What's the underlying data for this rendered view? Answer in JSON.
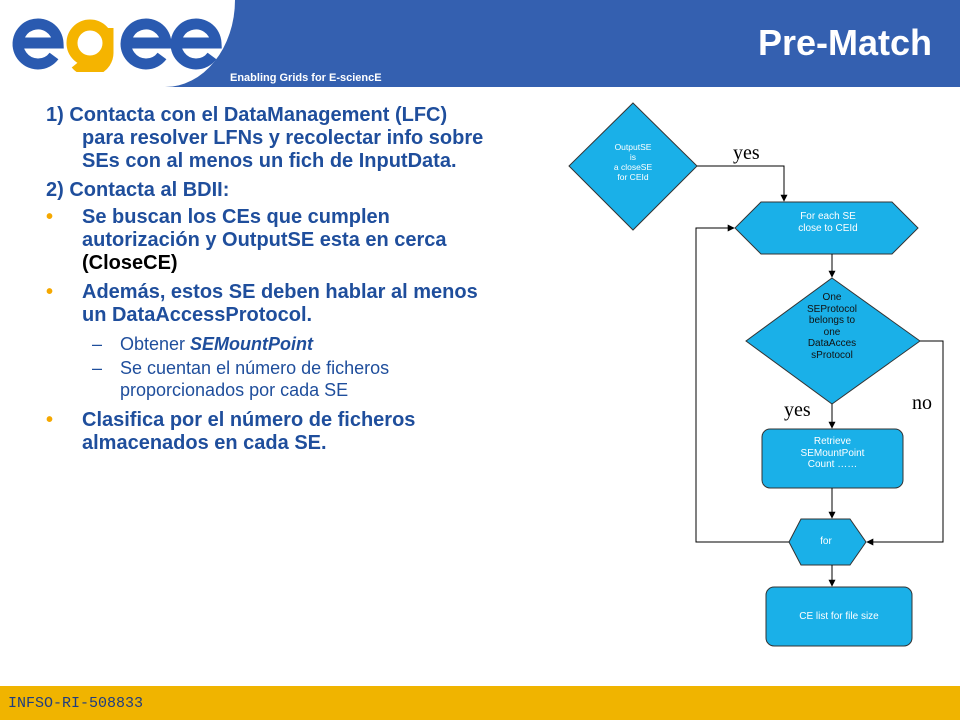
{
  "header": {
    "tagline": "Enabling Grids for E-sciencE",
    "title": "Pre-Match",
    "logo_text": "egee",
    "logo_colors": {
      "blue": "#2a5ab0",
      "yellow": "#f5b400"
    },
    "background": "#3460b0"
  },
  "body": {
    "items": [
      {
        "text": "1) Contacta con el DataManagement (LFC) para resolver LFNs y recolectar info sobre SEs con al menos un fich de InputData."
      },
      {
        "text": "2) Contacta al BDII:"
      },
      {
        "parts": [
          "Se buscan los CEs que cumplen autorización y OutputSE esta en cerca ",
          "(CloseCE)"
        ]
      },
      {
        "text": "Además, estos SE deben hablar al menos un DataAccessProtocol."
      },
      {
        "parts": [
          "Obtener ",
          "SEMountPoint"
        ]
      },
      {
        "text": "Se cuentan el número de ficheros proporcionados por cada SE"
      },
      {
        "text": "Clasifica por el número de ficheros almacenados en cada SE."
      }
    ],
    "bullet_colors": {
      "level1": "#f5a800",
      "level2": "#1f4e9c"
    }
  },
  "flowchart": {
    "nodes": {
      "outputse": "OutputSE\nis\na closeSE\nfor CEId",
      "foreach": "For each SE\nclose to CEId",
      "protocol": "One\nSEProtocol\nbelongs to\none\nDataAcces\nsProtocol",
      "retrieve": "Retrieve\nSEMountPoint\nCount ……",
      "for": "for",
      "celist": "CE list for file size"
    },
    "labels": {
      "yes_top": "yes",
      "yes_mid": "yes",
      "no": "no"
    },
    "node_fill": "#1ab0e8"
  },
  "footer": {
    "text": "INFSO-RI-508833",
    "background": "#f0b400"
  }
}
